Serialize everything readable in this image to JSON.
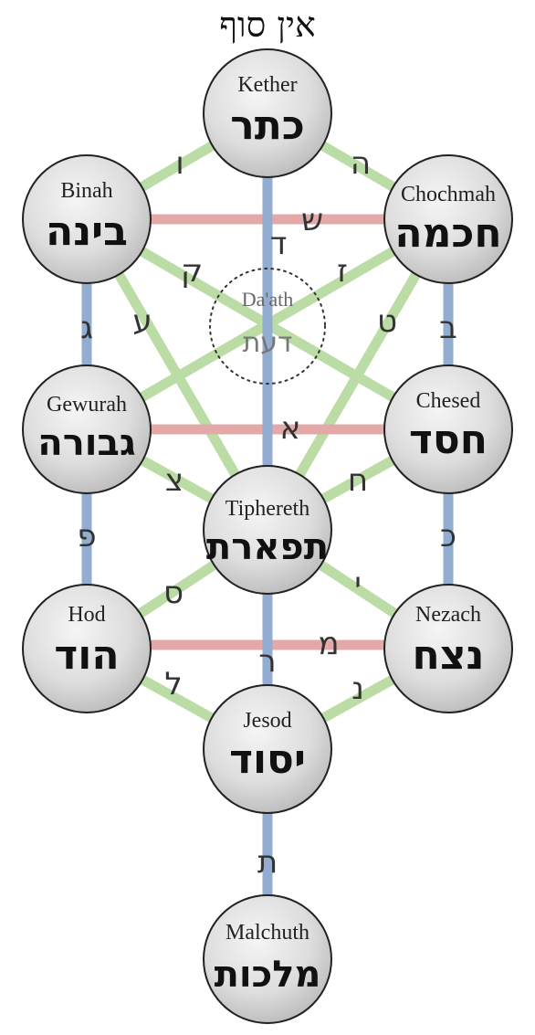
{
  "title": "אין סוף",
  "colors": {
    "horizontal_path": "#e3a9a9",
    "vertical_path": "#93add0",
    "diagonal_path": "#bcdca6",
    "sphere_stroke": "#222222",
    "sphere_fill_light": "#f3f3f3",
    "sphere_fill_dark": "#bdbdbd"
  },
  "sephirot": {
    "kether": {
      "en": "Kether",
      "he": "כתר"
    },
    "binah": {
      "en": "Binah",
      "he": "בינה"
    },
    "chochmah": {
      "en": "Chochmah",
      "he": "חכמה"
    },
    "daath": {
      "en": "Da'ath",
      "he": "דעת"
    },
    "gewurah": {
      "en": "Gewurah",
      "he": "גבורה"
    },
    "chesed": {
      "en": "Chesed",
      "he": "חסד"
    },
    "tiphereth": {
      "en": "Tiphereth",
      "he": "תפארת"
    },
    "hod": {
      "en": "Hod",
      "he": "הוד"
    },
    "nezach": {
      "en": "Nezach",
      "he": "נצח"
    },
    "jesod": {
      "en": "Jesod",
      "he": "יסוד"
    },
    "malchuth": {
      "en": "Malchuth",
      "he": "מלכות"
    }
  },
  "paths": {
    "kether_binah": "ו",
    "kether_chochmah": "ה",
    "kether_tiphereth": "ד",
    "binah_chochmah": "ש",
    "binah_tiphereth": "ק",
    "binah_gewurah": "ג",
    "binah_hod": "ע",
    "chochmah_tiphereth": "ז",
    "chochmah_chesed": "ב",
    "chochmah_nezach": "ט",
    "gewurah_chesed": "א",
    "gewurah_tiphereth": "צ",
    "gewurah_hod": "פ",
    "chesed_tiphereth": "ח",
    "chesed_nezach": "כ",
    "tiphereth_hod": "ס",
    "tiphereth_nezach": "י",
    "tiphereth_jesod": "ר",
    "hod_nezach": "מ",
    "hod_jesod": "ל",
    "nezach_jesod": "נ",
    "jesod_malchuth": "ת"
  }
}
